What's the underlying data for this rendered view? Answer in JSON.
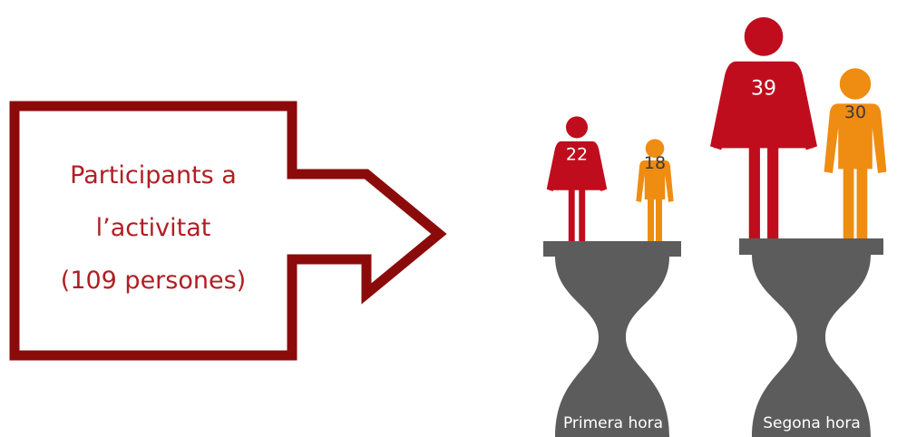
{
  "callout": {
    "line1": "Participants a",
    "line2": "l’activitat",
    "line3": "(109 persones)"
  },
  "colors": {
    "women": "#c00d1e",
    "men": "#ef8c12",
    "hourglass": "#5c5c5c",
    "arrow": "#8b0b0b",
    "text_red": "#b01e23"
  },
  "icons": [
    "woman-icon",
    "man-icon",
    "hourglass-icon",
    "arrow-icon"
  ],
  "chart_data": {
    "type": "bar",
    "categories": [
      "Primera hora",
      "Segona hora"
    ],
    "series": [
      {
        "values": [
          22,
          39
        ]
      },
      {
        "values": [
          18,
          30
        ]
      }
    ],
    "value_labels": {
      "primera_women": "22",
      "primera_men": "18",
      "segona_women": "39",
      "segona_men": "30"
    }
  }
}
